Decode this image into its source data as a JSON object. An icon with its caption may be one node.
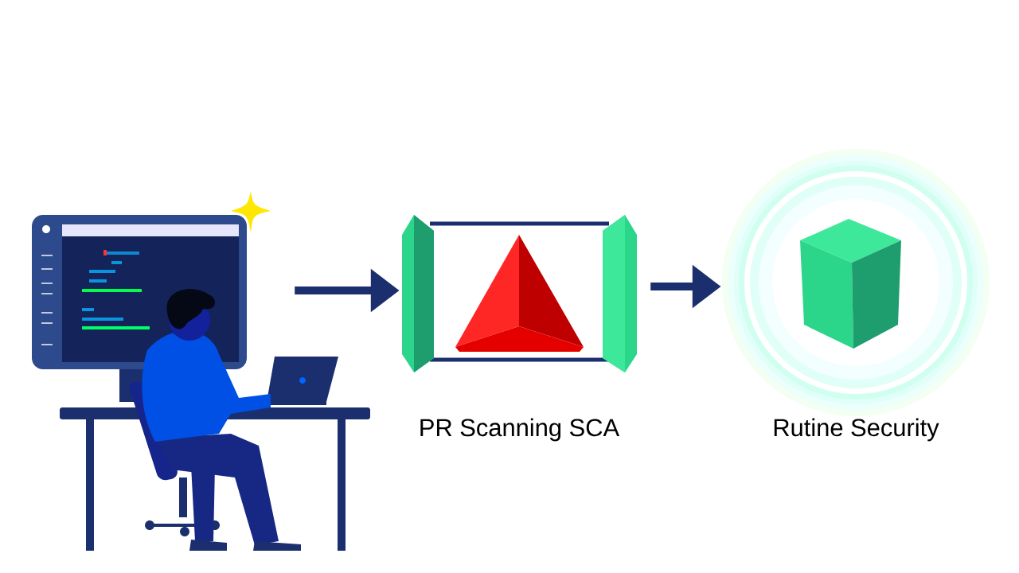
{
  "diagram": {
    "nodes": [
      {
        "text": [],
        "shape": "picture"
      },
      {
        "text": [
          "PR Scanning SCA"
        ]
      },
      {
        "text": [
          "Rutine Security"
        ]
      }
    ],
    "edges": [
      {
        "from": 0,
        "to": 1,
        "arrow": "to"
      },
      {
        "from": 1,
        "to": 2,
        "arrow": "to"
      }
    ]
  }
}
